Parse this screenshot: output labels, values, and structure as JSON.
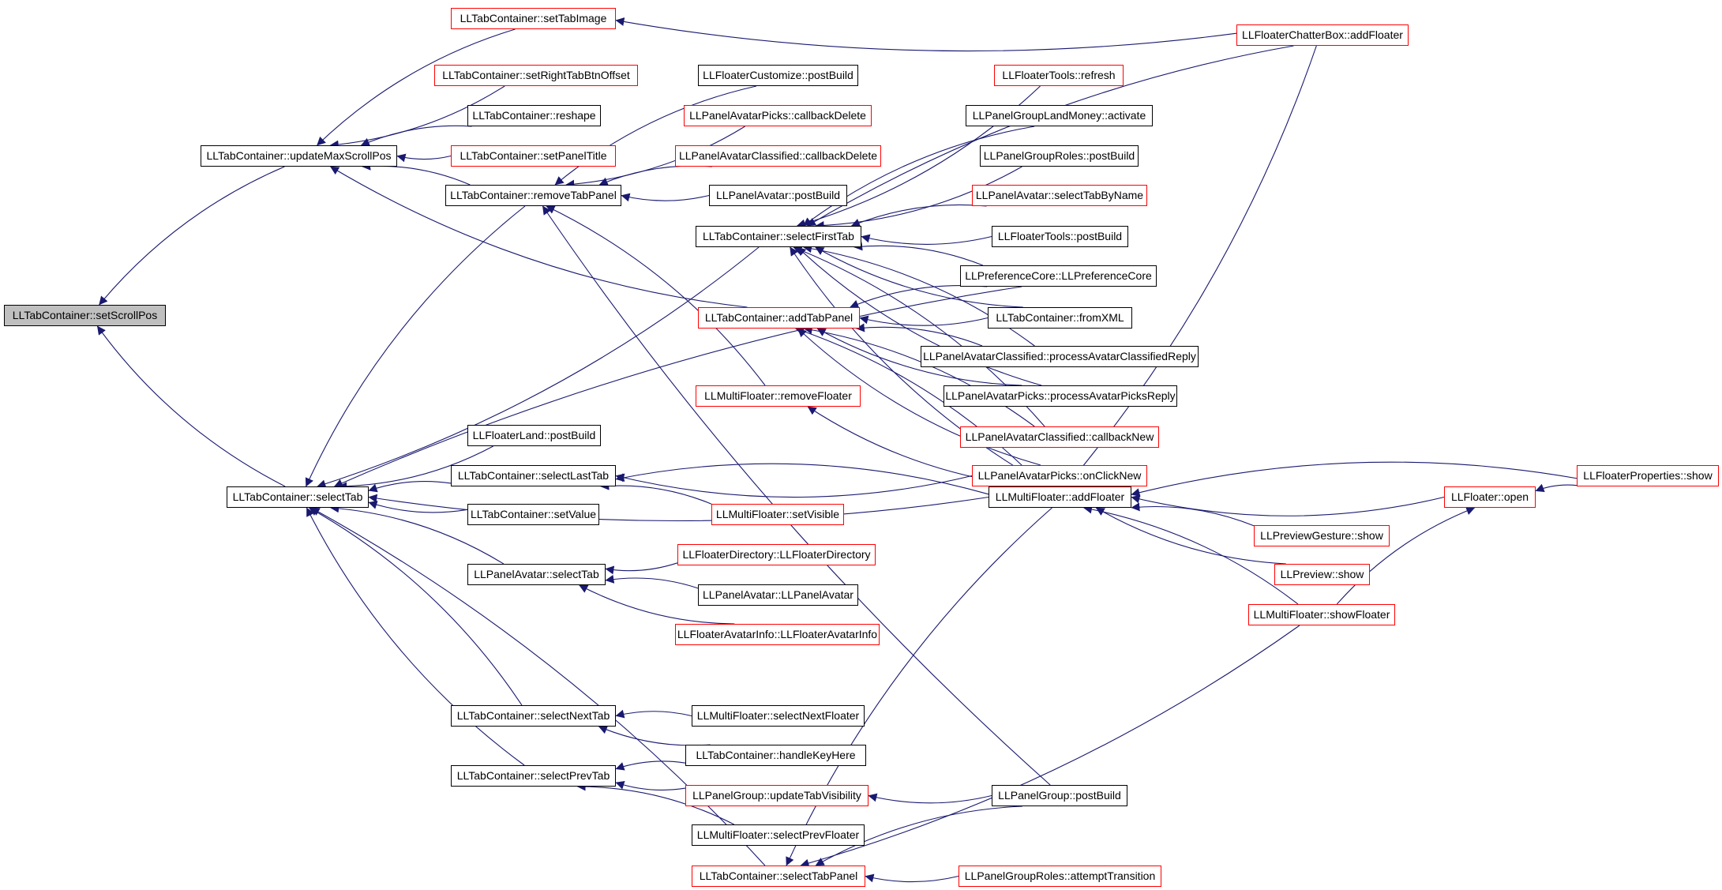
{
  "colors": {
    "edge": "#191970",
    "link_border": "#ff0000",
    "plain_border": "#000000",
    "root_fill": "#bfbfbf"
  },
  "nodes": [
    {
      "id": "setScrollPos",
      "label": "LLTabContainer::setScrollPos",
      "style": "root"
    },
    {
      "id": "updateMaxScrollPos",
      "label": "LLTabContainer::updateMaxScrollPos",
      "style": "plain"
    },
    {
      "id": "selectTab",
      "label": "LLTabContainer::selectTab",
      "style": "plain"
    },
    {
      "id": "setTabImage",
      "label": "LLTabContainer::setTabImage",
      "style": "red"
    },
    {
      "id": "setRightTabBtnOffset",
      "label": "LLTabContainer::setRightTabBtnOffset",
      "style": "red"
    },
    {
      "id": "reshape",
      "label": "LLTabContainer::reshape",
      "style": "plain"
    },
    {
      "id": "setPanelTitle",
      "label": "LLTabContainer::setPanelTitle",
      "style": "red"
    },
    {
      "id": "removeTabPanel",
      "label": "LLTabContainer::removeTabPanel",
      "style": "plain"
    },
    {
      "id": "floaterLandPostBuild",
      "label": "LLFloaterLand::postBuild",
      "style": "plain"
    },
    {
      "id": "selectLastTab",
      "label": "LLTabContainer::selectLastTab",
      "style": "plain"
    },
    {
      "id": "setValue",
      "label": "LLTabContainer::setValue",
      "style": "plain"
    },
    {
      "id": "panelAvatarSelectTab",
      "label": "LLPanelAvatar::selectTab",
      "style": "plain"
    },
    {
      "id": "selectNextTab",
      "label": "LLTabContainer::selectNextTab",
      "style": "plain"
    },
    {
      "id": "selectPrevTab",
      "label": "LLTabContainer::selectPrevTab",
      "style": "plain"
    },
    {
      "id": "selectTabPanel",
      "label": "LLTabContainer::selectTabPanel",
      "style": "red"
    },
    {
      "id": "customizePostBuild",
      "label": "LLFloaterCustomize::postBuild",
      "style": "plain"
    },
    {
      "id": "picksCallbackDelete",
      "label": "LLPanelAvatarPicks::callbackDelete",
      "style": "red"
    },
    {
      "id": "classifiedCallbackDelete",
      "label": "LLPanelAvatarClassified::callbackDelete",
      "style": "red"
    },
    {
      "id": "panelAvatarPostBuild",
      "label": "LLPanelAvatar::postBuild",
      "style": "plain"
    },
    {
      "id": "selectFirstTab",
      "label": "LLTabContainer::selectFirstTab",
      "style": "plain"
    },
    {
      "id": "addTabPanel",
      "label": "LLTabContainer::addTabPanel",
      "style": "red"
    },
    {
      "id": "removeFloater",
      "label": "LLMultiFloater::removeFloater",
      "style": "red"
    },
    {
      "id": "setVisible",
      "label": "LLMultiFloater::setVisible",
      "style": "red"
    },
    {
      "id": "floaterDirectory",
      "label": "LLFloaterDirectory::LLFloaterDirectory",
      "style": "red"
    },
    {
      "id": "panelAvatarCtor",
      "label": "LLPanelAvatar::LLPanelAvatar",
      "style": "plain"
    },
    {
      "id": "floaterAvatarInfo",
      "label": "LLFloaterAvatarInfo::LLFloaterAvatarInfo",
      "style": "red"
    },
    {
      "id": "selectNextFloater",
      "label": "LLMultiFloater::selectNextFloater",
      "style": "plain"
    },
    {
      "id": "handleKeyHere",
      "label": "LLTabContainer::handleKeyHere",
      "style": "plain"
    },
    {
      "id": "updateTabVisibility",
      "label": "LLPanelGroup::updateTabVisibility",
      "style": "red"
    },
    {
      "id": "selectPrevFloater",
      "label": "LLMultiFloater::selectPrevFloater",
      "style": "plain"
    },
    {
      "id": "chatterAddFloater",
      "label": "LLFloaterChatterBox::addFloater",
      "style": "red"
    },
    {
      "id": "toolsRefresh",
      "label": "LLFloaterTools::refresh",
      "style": "red"
    },
    {
      "id": "landMoneyActivate",
      "label": "LLPanelGroupLandMoney::activate",
      "style": "plain"
    },
    {
      "id": "groupRolesPostBuild",
      "label": "LLPanelGroupRoles::postBuild",
      "style": "plain"
    },
    {
      "id": "selectTabByName",
      "label": "LLPanelAvatar::selectTabByName",
      "style": "red"
    },
    {
      "id": "toolsPostBuild",
      "label": "LLFloaterTools::postBuild",
      "style": "plain"
    },
    {
      "id": "preferenceCore",
      "label": "LLPreferenceCore::LLPreferenceCore",
      "style": "plain"
    },
    {
      "id": "fromXML",
      "label": "LLTabContainer::fromXML",
      "style": "plain"
    },
    {
      "id": "processClassified",
      "label": "LLPanelAvatarClassified::processAvatarClassifiedReply",
      "style": "plain"
    },
    {
      "id": "processPicks",
      "label": "LLPanelAvatarPicks::processAvatarPicksReply",
      "style": "plain"
    },
    {
      "id": "classifiedCallbackNew",
      "label": "LLPanelAvatarClassified::callbackNew",
      "style": "red"
    },
    {
      "id": "picksOnClickNew",
      "label": "LLPanelAvatarPicks::onClickNew",
      "style": "red"
    },
    {
      "id": "multiAddFloater",
      "label": "LLMultiFloater::addFloater",
      "style": "plain"
    },
    {
      "id": "panelGroupPostBuild",
      "label": "LLPanelGroup::postBuild",
      "style": "plain"
    },
    {
      "id": "attemptTransition",
      "label": "LLPanelGroupRoles::attemptTransition",
      "style": "red"
    },
    {
      "id": "propertiesShow",
      "label": "LLFloaterProperties::show",
      "style": "red"
    },
    {
      "id": "floaterOpen",
      "label": "LLFloater::open",
      "style": "red"
    },
    {
      "id": "previewGestureShow",
      "label": "LLPreviewGesture::show",
      "style": "red"
    },
    {
      "id": "previewShow",
      "label": "LLPreview::show",
      "style": "red"
    },
    {
      "id": "showFloater",
      "label": "LLMultiFloater::showFloater",
      "style": "red"
    }
  ],
  "edges": [
    [
      "updateMaxScrollPos",
      "setScrollPos"
    ],
    [
      "selectTab",
      "setScrollPos"
    ],
    [
      "setTabImage",
      "updateMaxScrollPos"
    ],
    [
      "setRightTabBtnOffset",
      "updateMaxScrollPos"
    ],
    [
      "reshape",
      "updateMaxScrollPos"
    ],
    [
      "setPanelTitle",
      "updateMaxScrollPos"
    ],
    [
      "removeTabPanel",
      "updateMaxScrollPos"
    ],
    [
      "addTabPanel",
      "updateMaxScrollPos"
    ],
    [
      "removeTabPanel",
      "selectTab"
    ],
    [
      "selectFirstTab",
      "selectTab"
    ],
    [
      "preferenceCore",
      "selectTab"
    ],
    [
      "floaterLandPostBuild",
      "selectTab"
    ],
    [
      "selectLastTab",
      "selectTab"
    ],
    [
      "setValue",
      "selectTab"
    ],
    [
      "panelAvatarSelectTab",
      "selectTab"
    ],
    [
      "multiAddFloater",
      "selectTab"
    ],
    [
      "selectNextTab",
      "selectTab"
    ],
    [
      "selectPrevTab",
      "selectTab"
    ],
    [
      "selectTabPanel",
      "selectTab"
    ],
    [
      "chatterAddFloater",
      "setTabImage"
    ],
    [
      "customizePostBuild",
      "removeTabPanel"
    ],
    [
      "picksCallbackDelete",
      "removeTabPanel"
    ],
    [
      "classifiedCallbackDelete",
      "removeTabPanel"
    ],
    [
      "panelAvatarPostBuild",
      "removeTabPanel"
    ],
    [
      "removeFloater",
      "removeTabPanel"
    ],
    [
      "panelGroupPostBuild",
      "removeTabPanel"
    ],
    [
      "chatterAddFloater",
      "selectFirstTab"
    ],
    [
      "toolsRefresh",
      "selectFirstTab"
    ],
    [
      "landMoneyActivate",
      "selectFirstTab"
    ],
    [
      "groupRolesPostBuild",
      "selectFirstTab"
    ],
    [
      "selectTabByName",
      "selectFirstTab"
    ],
    [
      "toolsPostBuild",
      "selectFirstTab"
    ],
    [
      "preferenceCore",
      "selectFirstTab"
    ],
    [
      "fromXML",
      "selectFirstTab"
    ],
    [
      "processClassified",
      "selectFirstTab"
    ],
    [
      "processPicks",
      "selectFirstTab"
    ],
    [
      "classifiedCallbackNew",
      "selectFirstTab"
    ],
    [
      "multiAddFloater",
      "selectFirstTab"
    ],
    [
      "preferenceCore",
      "addTabPanel"
    ],
    [
      "fromXML",
      "addTabPanel"
    ],
    [
      "processClassified",
      "addTabPanel"
    ],
    [
      "processPicks",
      "addTabPanel"
    ],
    [
      "classifiedCallbackNew",
      "addTabPanel"
    ],
    [
      "picksOnClickNew",
      "addTabPanel"
    ],
    [
      "multiAddFloater",
      "addTabPanel"
    ],
    [
      "multiAddFloater",
      "removeFloater"
    ],
    [
      "multiAddFloater",
      "selectLastTab"
    ],
    [
      "picksOnClickNew",
      "selectLastTab"
    ],
    [
      "setVisible",
      "selectLastTab"
    ],
    [
      "floaterDirectory",
      "panelAvatarSelectTab"
    ],
    [
      "panelAvatarCtor",
      "panelAvatarSelectTab"
    ],
    [
      "floaterAvatarInfo",
      "panelAvatarSelectTab"
    ],
    [
      "selectNextFloater",
      "selectNextTab"
    ],
    [
      "handleKeyHere",
      "selectNextTab"
    ],
    [
      "handleKeyHere",
      "selectPrevTab"
    ],
    [
      "updateTabVisibility",
      "selectPrevTab"
    ],
    [
      "selectPrevFloater",
      "selectPrevTab"
    ],
    [
      "panelGroupPostBuild",
      "updateTabVisibility"
    ],
    [
      "panelGroupPostBuild",
      "selectTabPanel"
    ],
    [
      "attemptTransition",
      "selectTabPanel"
    ],
    [
      "multiAddFloater",
      "selectTabPanel"
    ],
    [
      "showFloater",
      "selectTabPanel"
    ],
    [
      "propertiesShow",
      "multiAddFloater"
    ],
    [
      "floaterOpen",
      "multiAddFloater"
    ],
    [
      "previewGestureShow",
      "multiAddFloater"
    ],
    [
      "previewShow",
      "multiAddFloater"
    ],
    [
      "showFloater",
      "multiAddFloater"
    ],
    [
      "chatterAddFloater",
      "multiAddFloater"
    ],
    [
      "propertiesShow",
      "floaterOpen"
    ],
    [
      "showFloater",
      "floaterOpen"
    ]
  ]
}
